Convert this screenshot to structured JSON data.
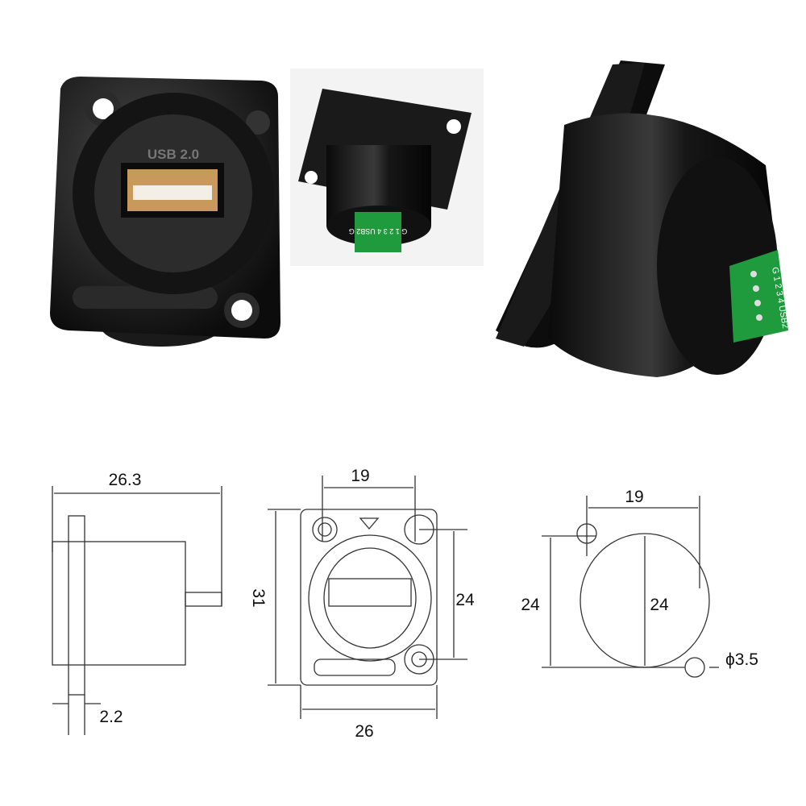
{
  "photos": {
    "front": {
      "label": "USB 2.0"
    },
    "rear_small": {
      "pcb_text": "G 1 2 3 4 USB2 G"
    },
    "rear_large": {
      "pcb_text": "G 1 2 3 4 USB2 G"
    }
  },
  "drawings": {
    "side": {
      "length": "26.3",
      "flange": "2.2"
    },
    "front": {
      "hole_spacing": "19",
      "height": "31",
      "hole_vertical": "24",
      "width": "26"
    },
    "cutout": {
      "hole_spacing": "19",
      "hole_vertical": "24",
      "diameter": "24",
      "hole_diameter": "ϕ3.5"
    }
  },
  "colors": {
    "body": "#151515",
    "pcb": "#1f9a3c",
    "line": "#333333"
  }
}
